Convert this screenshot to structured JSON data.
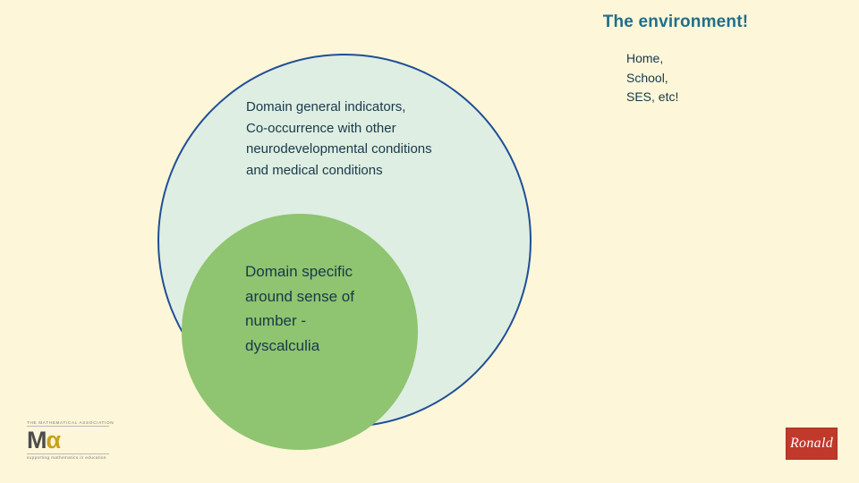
{
  "slide": {
    "title": "The environment!",
    "environment_note": [
      "Home,",
      "School,",
      "SES, etc!"
    ],
    "outer_circle_text": [
      "Domain general indicators,",
      "Co-occurrence with other",
      "neurodevelopmental conditions",
      "and medical conditions"
    ],
    "inner_circle_text": [
      "Domain specific",
      "around sense of",
      "number -",
      "dyscalculia"
    ],
    "logos": {
      "ma": {
        "top_text": "THE MATHEMATICAL ASSOCIATION",
        "mark_m": "M",
        "mark_alpha": "α",
        "bottom_text": "supporting mathematics in education"
      },
      "red": {
        "script_text": "Ronald"
      }
    },
    "colors": {
      "background": "#fdf6d8",
      "title": "#1f6f8b",
      "body_text": "#17394a",
      "outer_circle_fill": "#dfeee2",
      "outer_circle_stroke": "#1f4e96",
      "inner_circle_fill": "#8fc470",
      "logo_red": "#c0392b",
      "logo_gold": "#c8a11a"
    }
  }
}
